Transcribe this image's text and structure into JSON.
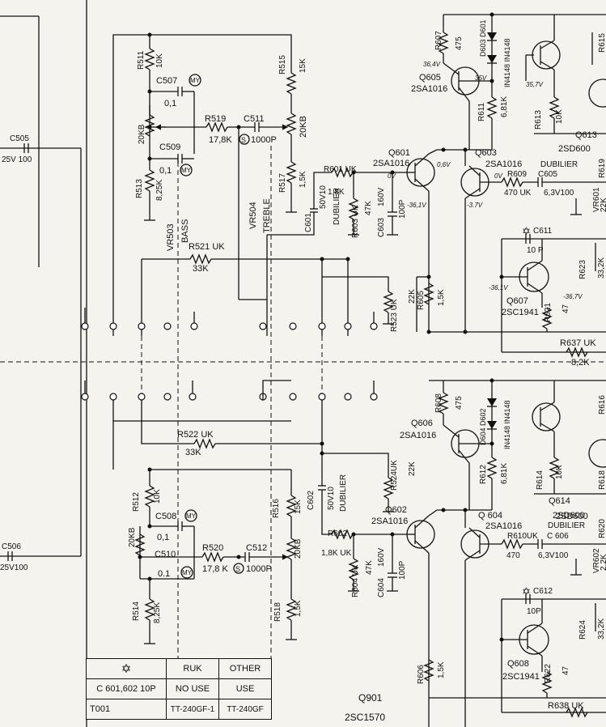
{
  "labels": {
    "c505": "C505",
    "c505v": "25V 100",
    "c506": "C506",
    "c506v": "25V100",
    "r511": "R511",
    "r511v": "10K",
    "c507": "C507",
    "c507v": "0,1",
    "my": "MY",
    "r519": "R519",
    "r519v": "17,8K",
    "c511": "C511",
    "c511v": "1000P",
    "s": "S",
    "r515": "R515",
    "r515v": "15K",
    "vr20kb": "20KB",
    "r517": "R517",
    "r517v": "1,5K",
    "c509": "C509",
    "c509v": "0,1",
    "r513": "R513",
    "r513v": "8,25K",
    "vr504": "VR504",
    "treble": "TREBLE",
    "vr503": "VR503",
    "bass": "BASS",
    "r521": "R521 UK",
    "r521v": "33K",
    "r601": "R601 UK",
    "r601v": "1,8K",
    "c601": "C601",
    "c601v": "50V10",
    "dubilier": "DUBILIER",
    "r603": "R603 UK",
    "r603v": "47K",
    "c603": "C603",
    "v160": "160V",
    "p100": "100P",
    "r607": "R607",
    "r607v": "475",
    "d603": "D603 D601",
    "in4148": "IN4148 IN4148",
    "v364": "36,4V",
    "v35": "35V",
    "q605": "Q605",
    "sa1016": "2SA1016",
    "r611": "R611",
    "r611v": "6,81K",
    "q601": "Q601",
    "q603": "Q603",
    "v0": "0V",
    "v06": "0,6V",
    "v361": "-36,1V",
    "v37": "-3.7V",
    "r609": "R609",
    "r609v": "470 UK",
    "c605": "C605",
    "c605v": "6,3V100",
    "v357": "35,7V",
    "r613": "R613",
    "r613v": "10K",
    "q613": "Q613",
    "sd600": "2SD600",
    "r615": "R615",
    "r619": "R619",
    "vr601": "VR601",
    "k22": "22K",
    "c611": "C611",
    "c611v": "10 P",
    "r623": "R623",
    "r623v": "33,2K",
    "vneg361": "-36,1V",
    "vneg367": "-36,7V",
    "q607": "Q607",
    "sc1941": "2SC1941",
    "r621": "R621",
    "r621v": "47",
    "r637": "R637 UK",
    "r637v": "8,2K",
    "r523": "R523 UK",
    "r523v": "22K",
    "r605": "R605",
    "r605v": "1,5K",
    "r522": "R522 UK",
    "r522v": "33K",
    "r608": "R608",
    "r608v": "475",
    "d604": "D604 D602",
    "q606": "Q606",
    "r524": "R524UK",
    "r524v": "22K",
    "r612": "R612",
    "r612v": "6,81K",
    "r614": "R614",
    "r614v": "10K",
    "q614": "Q614",
    "r616": "R616",
    "r618": "R618",
    "r620": "R620",
    "r512": "R512",
    "r512v": "10K",
    "c508": "C508",
    "c508v": "0,1",
    "r516": "R516",
    "r516v": "15K",
    "c602": "C602",
    "c602v": "50V10",
    "q602": "Q602",
    "q604": "Q 604",
    "r602": "R602",
    "r602v": "1,8K UK",
    "r610": "R610UK",
    "r610v": "470",
    "c606": "C 606",
    "c606v": "6,3V100",
    "vr602": "VR602",
    "k22b": "2,2K",
    "r604": "R604 UK",
    "r604v": "47K",
    "c604": "C604",
    "r520": "R520",
    "r520v": "17,8 K",
    "c512": "C512",
    "c512v": "1000P",
    "r518": "R518",
    "r518v": "1,5K",
    "c510": "C510",
    "c510v": "0.1",
    "r514": "R514",
    "r514v": "8,25K",
    "c612": "C612",
    "c612v": "10P",
    "r624": "R624",
    "r624v": "33,2K",
    "q608": "Q608",
    "r622": "R622",
    "r622v": "47",
    "r606": "R606",
    "r606v": "1,5K",
    "r638": "R638  UK",
    "q901": "Q901",
    "sc1570": "2SC1570"
  },
  "table": {
    "star": "✡",
    "col_ruk": "RUK",
    "col_other": "OTHER",
    "row1_part": "C 601,602  10P",
    "row1_ruk": "NO USE",
    "row1_other": "USE",
    "row2_part": "T001",
    "row2_ruk": "TT-240GF-1",
    "row2_other": "TT-240GF"
  }
}
